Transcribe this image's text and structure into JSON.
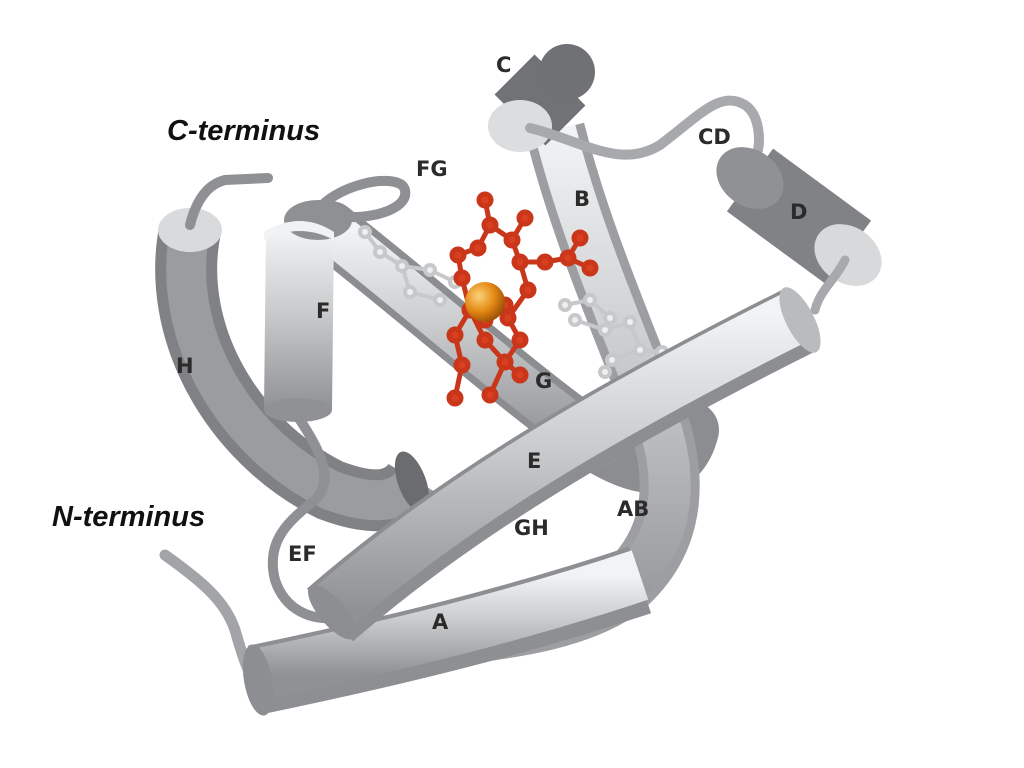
{
  "labels": {
    "c_terminus": "C-terminus",
    "n_terminus": "N-terminus",
    "helix_a": "A",
    "helix_b": "B",
    "helix_c": "C",
    "helix_d": "D",
    "helix_e": "E",
    "helix_f": "F",
    "helix_g": "G",
    "helix_h": "H",
    "loop_ab": "AB",
    "loop_cd": "CD",
    "loop_ef": "EF",
    "loop_fg": "FG",
    "loop_gh": "GH"
  },
  "colors": {
    "helix_light": "#d4d6d8",
    "helix_dark": "#8e9093",
    "heme": "#d13b1e",
    "iron": "#e58a16",
    "side_chain": "#e6e7e8"
  }
}
